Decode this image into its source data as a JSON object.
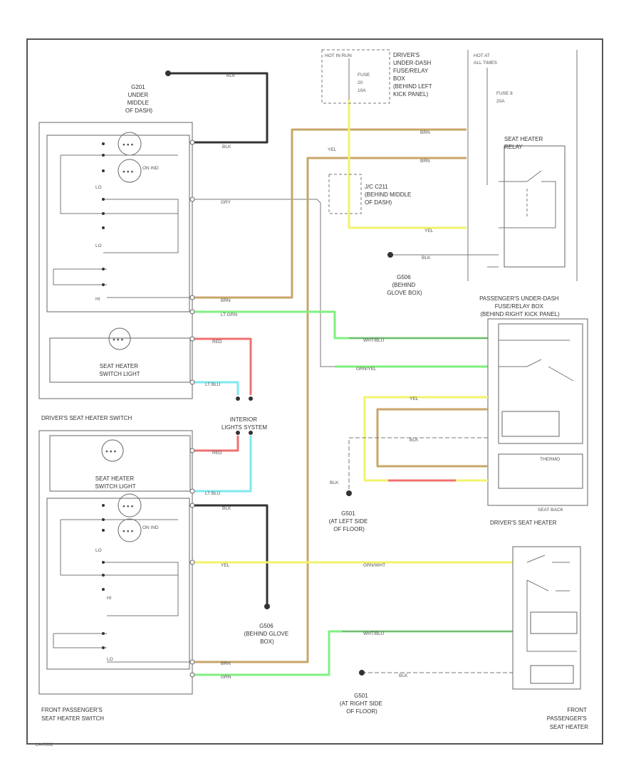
{
  "components": {
    "g201_ground": [
      "G201",
      "UNDER",
      "MIDDLE",
      "OF DASH)"
    ],
    "hot_in_run": "HOT IN RUN",
    "fuse_20a": [
      "FUSE",
      "20",
      "10A"
    ],
    "drivers_fuse_box": [
      "DRIVER'S",
      "UNDER-DASH",
      "FUSE/RELAY",
      "BOX",
      "(BEHIND LEFT",
      "KICK PANEL)"
    ],
    "hot_at_all_times": [
      "HOT AT",
      "ALL TIMES"
    ],
    "fuse_8": [
      "FUSE 8",
      "20A"
    ],
    "seat_heater_relay": [
      "SEAT HEATER",
      "RELAY"
    ],
    "jc_c211": [
      "J/C C211",
      "(BEHIND MIDDLE",
      "OF DASH)"
    ],
    "g506_glovebox": [
      "G506",
      "(BEHIND",
      "GLOVE BOX)"
    ],
    "passengers_fuse_box": [
      "PASSENGER'S UNDER-DASH",
      "FUSE/RELAY BOX",
      "(BEHIND RIGHT KICK PANEL)"
    ],
    "drivers_seat_heater_switch": "DRIVER'S SEAT HEATER SWITCH",
    "seat_heater_switch_light_1": [
      "SEAT HEATER",
      "SWITCH LIGHT"
    ],
    "seat_heater_switch_light_2": [
      "SEAT HEATER",
      "SWITCH LIGHT"
    ],
    "interior_lights": [
      "INTERIOR",
      "LIGHTS SYSTEM"
    ],
    "thermo": "THERMO",
    "seat_back": "SEAT BACK",
    "drivers_seat_heater": "DRIVER'S SEAT HEATER",
    "g501_left": [
      "G501",
      "(AT LEFT SIDE",
      "OF FLOOR)"
    ],
    "g506_glovebox_2": [
      "G506",
      "(BEHIND GLOVE",
      "BOX)"
    ],
    "g501_right": [
      "G501",
      "(AT RIGHT SIDE",
      "OF FLOOR)"
    ],
    "front_pass_switch": [
      "FRONT PASSENGER'S",
      "SEAT HEATER SWITCH"
    ],
    "front_pass_heater": [
      "FRONT",
      "PASSENGER'S",
      "SEAT HEATER"
    ],
    "switch_lo": "LO",
    "switch_hi": "HI",
    "switch_on_ind": "ON IND",
    "ground_blk_label": "BLK",
    "footer_code": "LA-0062"
  },
  "wires": {
    "blk": "BLK",
    "grn": "GRN",
    "yel": "YEL",
    "red": "RED",
    "lt_blu": "LT BLU",
    "lt_grn": "LT GRN",
    "brn": "BRN",
    "gry": "GRY",
    "wht_blu": "WHT/BLU",
    "grn_yel": "GRN/YEL",
    "grn_wht": "GRN/WHT"
  },
  "colors": {
    "black": "#333333",
    "gray": "#9a9a9a",
    "brown": "#c8a66a",
    "yellow": "#f2f26b",
    "red": "#f07070",
    "cyan": "#7fe9ef",
    "green": "#7ff07f",
    "blue": "#8c8cf0"
  }
}
